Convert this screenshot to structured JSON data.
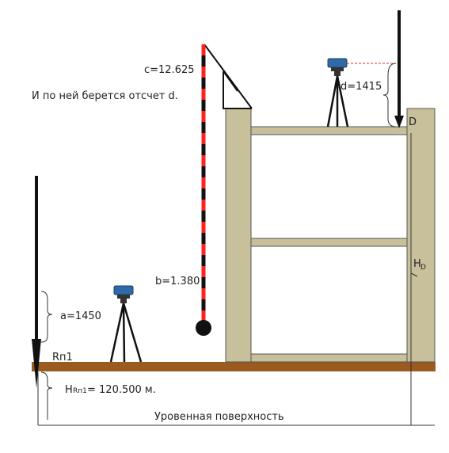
{
  "labels": {
    "c_reading": "c=12.625",
    "note": "И по ней берется отсчет d.",
    "d_reading": "d=1415",
    "point_d": "D",
    "hd_main": "H",
    "hd_sub": "D",
    "b_reading": "b=1.380",
    "a_reading": "a=1450",
    "rp1": "Rп1",
    "h_rp1_main": "H",
    "h_rp1_sub": "Rп1",
    "h_rp1_value": " = 120.500 м.",
    "level_surface": "Уровенная поверхность"
  },
  "colors": {
    "ground": "#9b5a1e",
    "building": "#c8c09a",
    "building_stroke": "#555555",
    "rod_red": "#ff2020",
    "rod_black": "#111111",
    "level_blue": "#2e6aa8",
    "dashed_line": "#e03030"
  },
  "icons": {
    "level_instrument": "level-instrument-icon",
    "benchmark": "benchmark-arrow-icon",
    "staff": "levelling-staff-icon"
  }
}
